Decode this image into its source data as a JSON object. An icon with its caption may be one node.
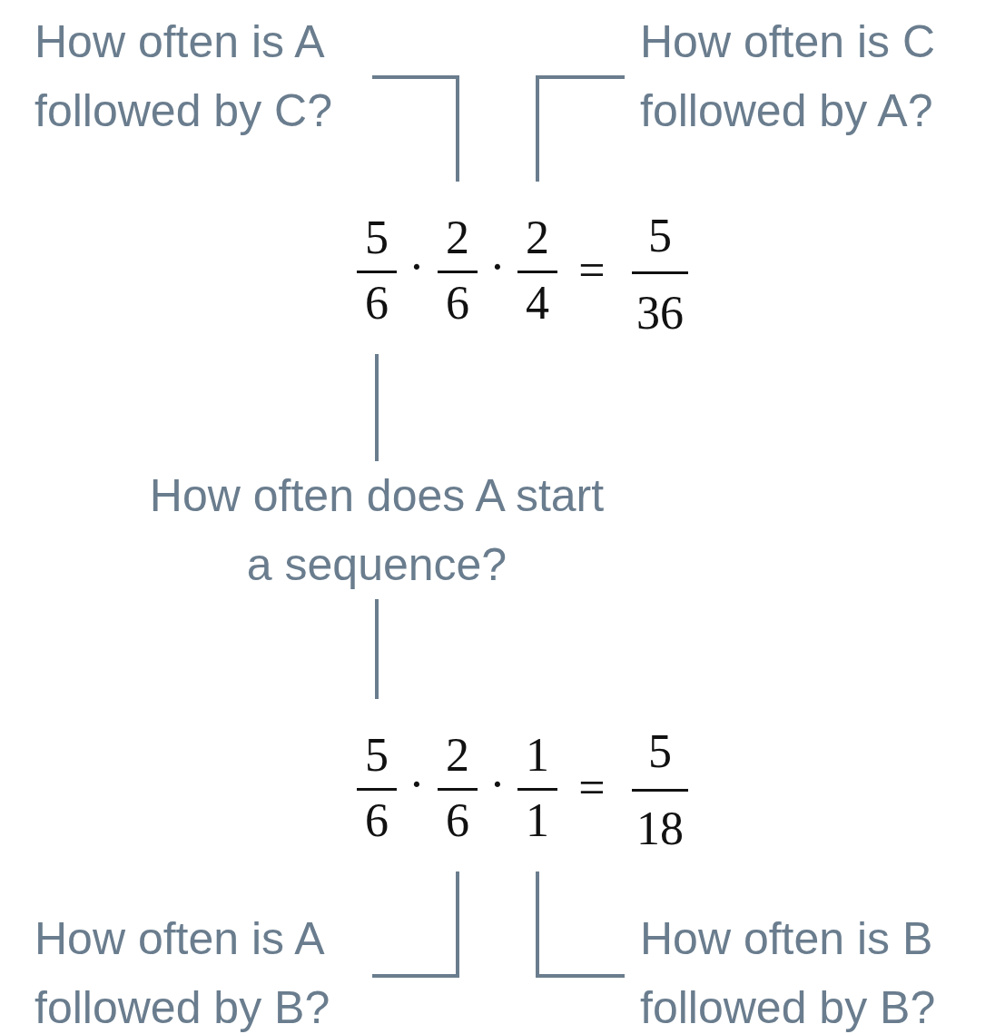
{
  "diagram": {
    "nodes": [
      {
        "text": [
          "How often is A followed by C?"
        ]
      },
      {
        "text": [
          "How often is C followed by A?"
        ]
      },
      {
        "text": [
          "5",
          "6"
        ]
      },
      {
        "text": [
          "2",
          "6"
        ]
      },
      {
        "text": [
          "2",
          "4"
        ]
      },
      {
        "text": [
          "How often does A start a sequence?"
        ]
      },
      {
        "text": [
          "5",
          "6"
        ]
      },
      {
        "text": [
          "2",
          "6"
        ]
      },
      {
        "text": [
          "1",
          "1"
        ]
      },
      {
        "text": [
          "How often is A followed by B?"
        ]
      },
      {
        "text": [
          "How often is B followed by B?"
        ]
      }
    ],
    "edges": [
      {
        "from": 0,
        "to": 3,
        "arrow": "none"
      },
      {
        "from": 1,
        "to": 4,
        "arrow": "none"
      },
      {
        "from": 5,
        "to": 2,
        "arrow": "none"
      },
      {
        "from": 5,
        "to": 6,
        "arrow": "none"
      },
      {
        "from": 9,
        "to": 7,
        "arrow": "none"
      },
      {
        "from": 10,
        "to": 8,
        "arrow": "none"
      }
    ],
    "labels": [
      "·",
      "·",
      "=",
      "5",
      "36",
      "·",
      "·",
      "=",
      "5",
      "18"
    ]
  }
}
